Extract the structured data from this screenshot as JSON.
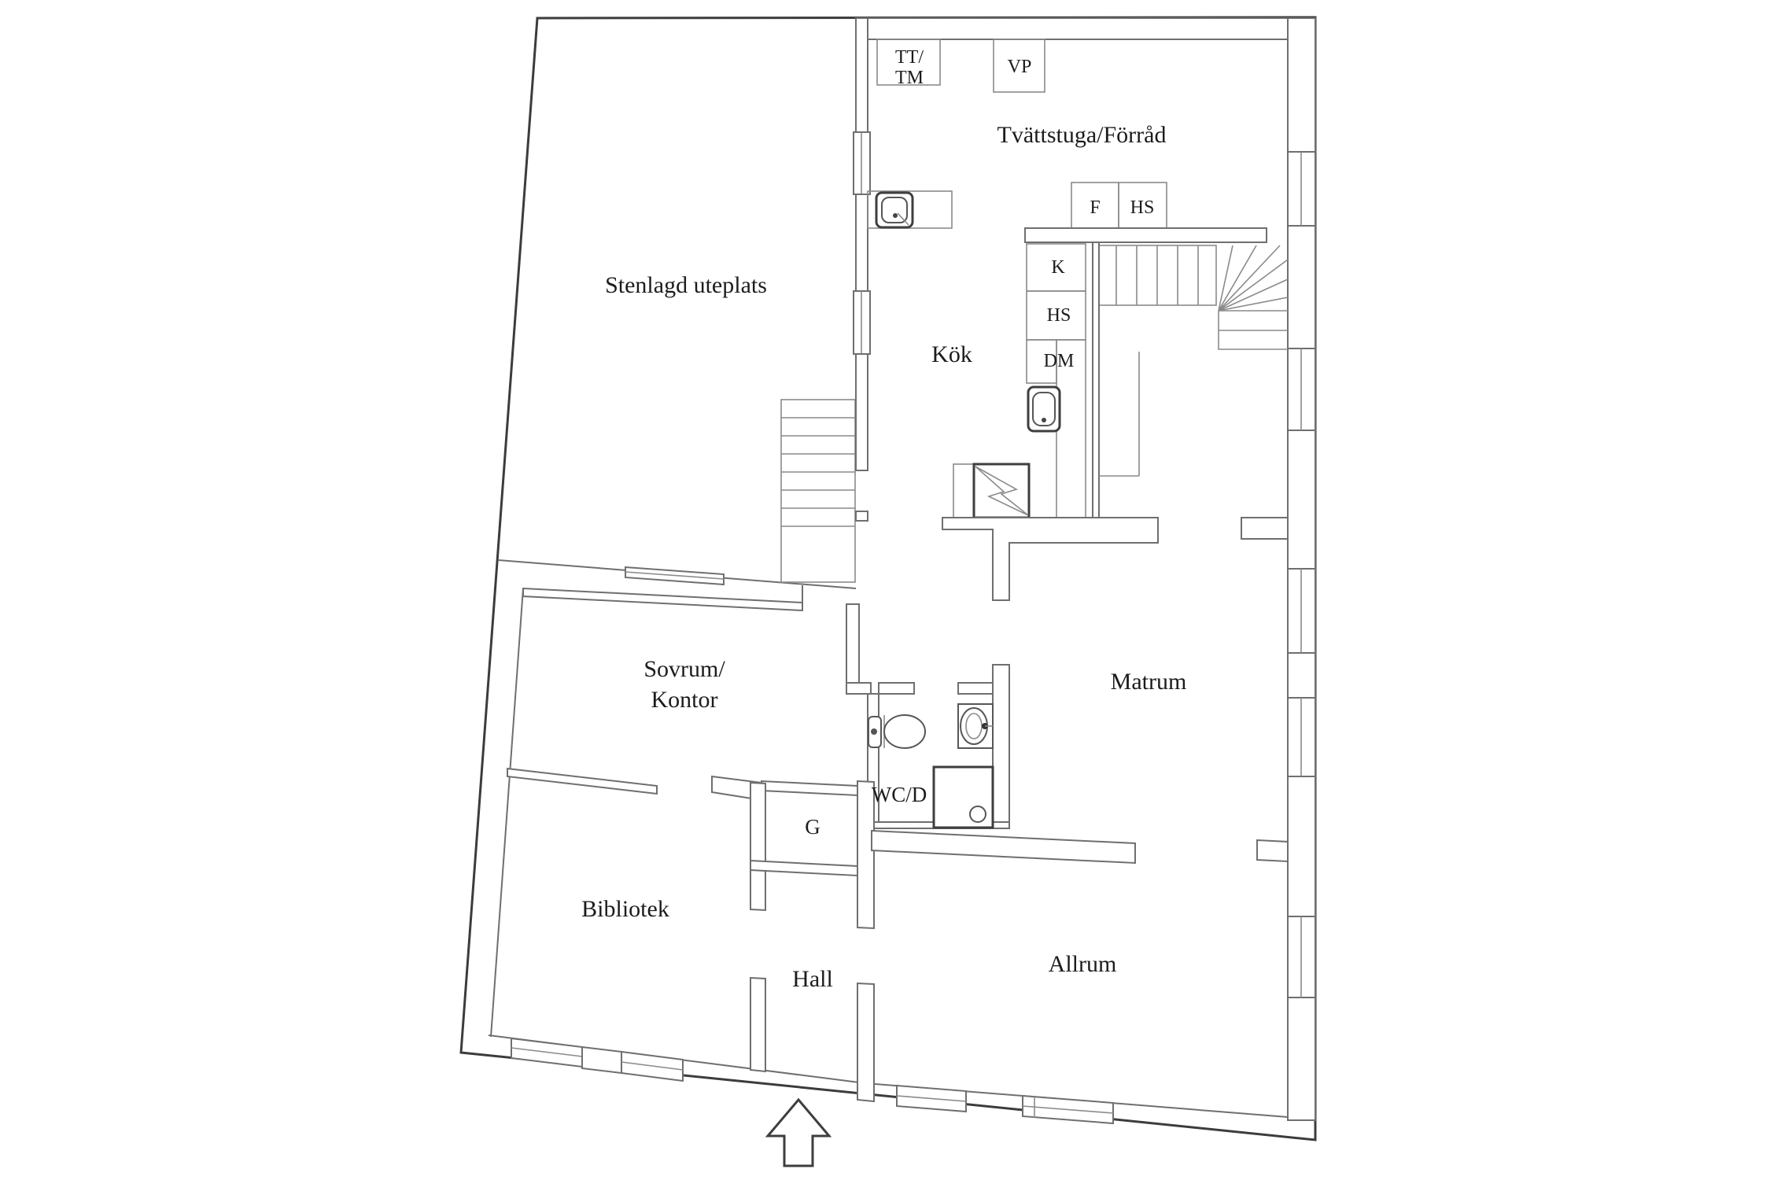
{
  "floorplan": {
    "rooms": {
      "patio": "Stenlagd uteplats",
      "laundry": "Tvättstuga/Förråd",
      "kitchen": "Kök",
      "bedroom_line1": "Sovrum/",
      "bedroom_line2": "Kontor",
      "dining": "Matrum",
      "bathroom": "WC/D",
      "closet": "G",
      "library": "Bibliotek",
      "hall": "Hall",
      "living_room": "Allrum"
    },
    "appliance_labels": {
      "dryer_washer_line1": "TT/",
      "dryer_washer_line2": "TM",
      "heat_pump": "VP",
      "freezer": "F",
      "cabinet_top": "HS",
      "fridge": "K",
      "cabinet_mid": "HS",
      "dishwasher": "DM"
    },
    "colors": {
      "background": "#ffffff",
      "wall_line": "#6f6f6f",
      "outline": "#3c3c3c",
      "text": "#1c1c1c"
    }
  }
}
